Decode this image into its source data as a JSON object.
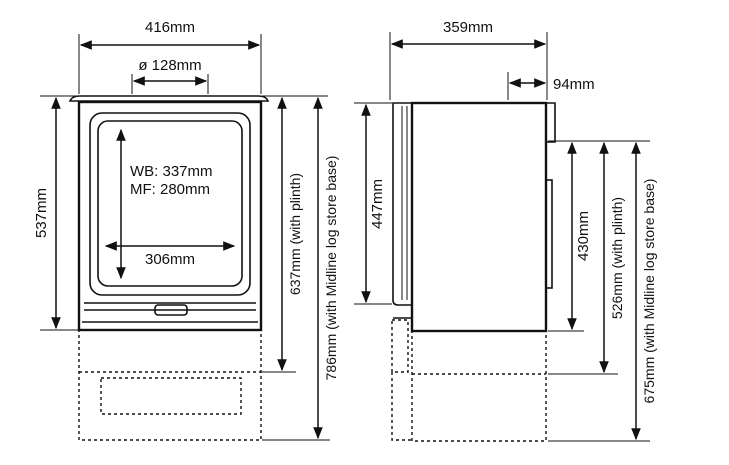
{
  "front_view": {
    "width_label": "416mm",
    "flue_label": "ø 128mm",
    "glass_labels": [
      "WB: 337mm",
      "MF: 280mm"
    ],
    "window_label": "306mm",
    "height_label": "537mm",
    "plinth_height_label": "637mm (with plinth)",
    "logstore_height_label": "786mm (with Midline log store base)"
  },
  "side_view": {
    "depth_label": "359mm",
    "flue_offset_label": "94mm",
    "door_height_label": "447mm",
    "rear_height_label": "430mm",
    "plinth_height_label": "526mm (with plinth)",
    "logstore_height_label": "675mm (with Midline log store base)"
  }
}
